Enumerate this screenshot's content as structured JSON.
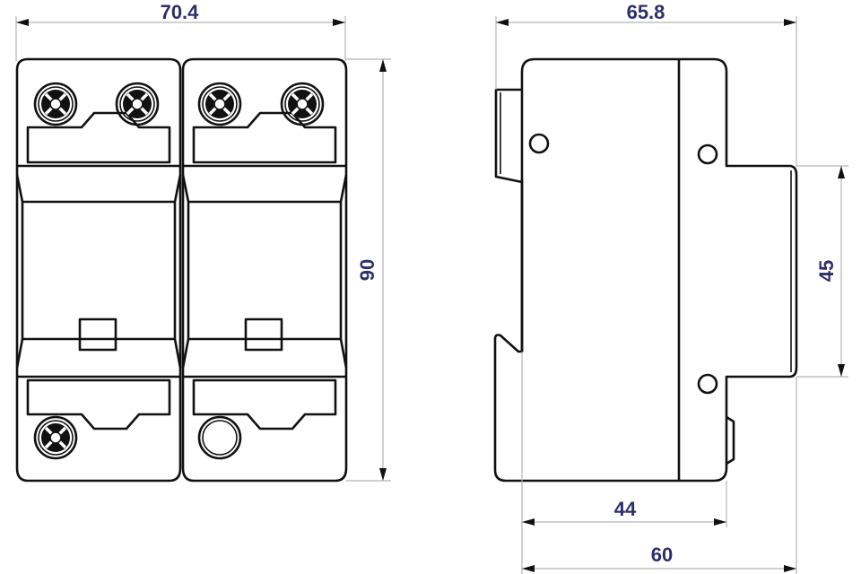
{
  "dimensions": {
    "front_width": "70.4",
    "front_height": "90",
    "side_depth": "65.8",
    "rail_height": "45",
    "body_depth": "44",
    "mount_depth": "60"
  },
  "colors": {
    "label": "#2e2e6e",
    "outline": "#111111",
    "dimension_line": "#b5b5b5"
  }
}
